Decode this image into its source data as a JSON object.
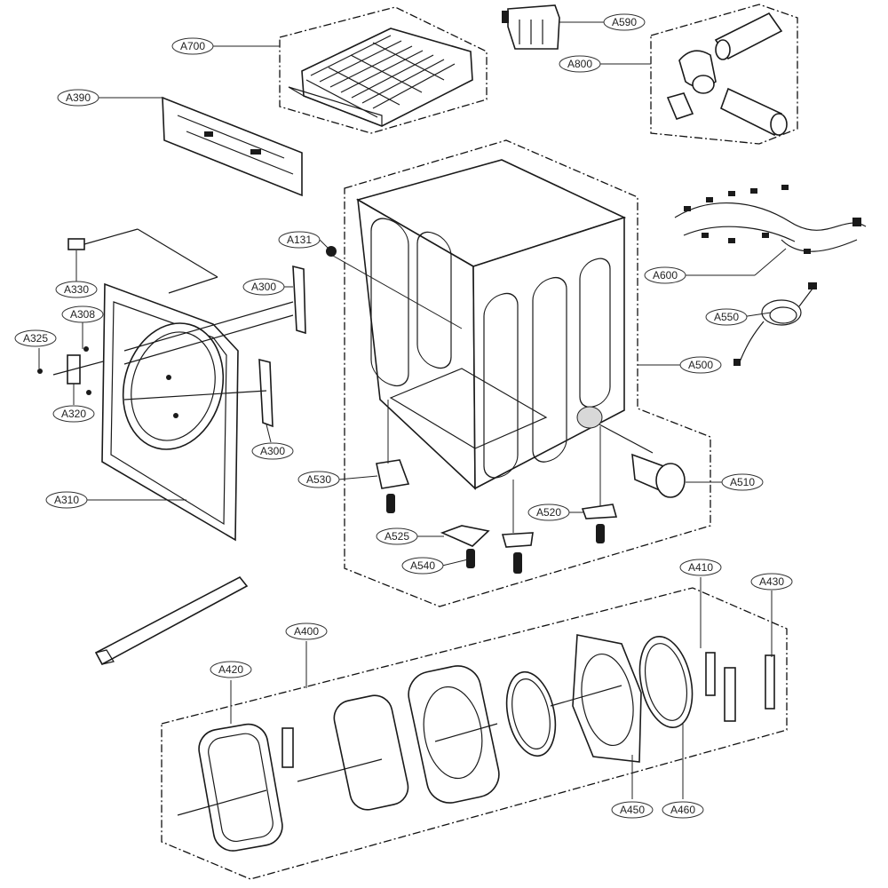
{
  "colors": {
    "line": "#1a1a1a",
    "label_border": "#333333",
    "background": "#ffffff"
  },
  "labels": [
    {
      "id": "a700",
      "text": "A700"
    },
    {
      "id": "a590",
      "text": "A590"
    },
    {
      "id": "a800",
      "text": "A800"
    },
    {
      "id": "a390",
      "text": "A390"
    },
    {
      "id": "a131",
      "text": "A131"
    },
    {
      "id": "a600",
      "text": "A600"
    },
    {
      "id": "a330",
      "text": "A330"
    },
    {
      "id": "a300a",
      "text": "A300"
    },
    {
      "id": "a308",
      "text": "A308"
    },
    {
      "id": "a325",
      "text": "A325"
    },
    {
      "id": "a550",
      "text": "A550"
    },
    {
      "id": "a500",
      "text": "A500"
    },
    {
      "id": "a320",
      "text": "A320"
    },
    {
      "id": "a300b",
      "text": "A300"
    },
    {
      "id": "a530",
      "text": "A530"
    },
    {
      "id": "a510",
      "text": "A510"
    },
    {
      "id": "a310",
      "text": "A310"
    },
    {
      "id": "a520",
      "text": "A520"
    },
    {
      "id": "a525",
      "text": "A525"
    },
    {
      "id": "a540",
      "text": "A540"
    },
    {
      "id": "a410",
      "text": "A410"
    },
    {
      "id": "a430",
      "text": "A430"
    },
    {
      "id": "a400",
      "text": "A400"
    },
    {
      "id": "a420",
      "text": "A420"
    },
    {
      "id": "a450",
      "text": "A450"
    },
    {
      "id": "a460",
      "text": "A460"
    }
  ]
}
